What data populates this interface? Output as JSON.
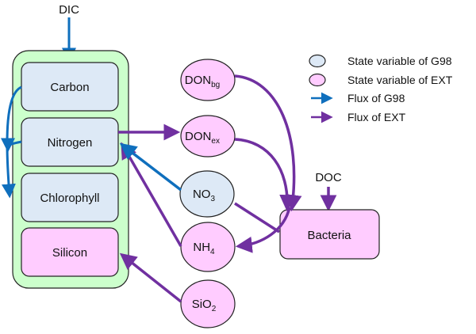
{
  "colors": {
    "g98_flux": "#0f6fbd",
    "ext_flux": "#7030a0",
    "g98_state": "#dde9f6",
    "ext_state": "#ffccff",
    "phyto_container": "#ccffcc"
  },
  "inputs": {
    "dic": "DIC",
    "doc": "DOC"
  },
  "phytoplankton": {
    "carbon": "Carbon",
    "nitrogen": "Nitrogen",
    "chlorophyll": "Chlorophyll",
    "silicon": "Silicon"
  },
  "pools": {
    "don_bg": {
      "base": "DON",
      "sub": "bg"
    },
    "don_ex": {
      "base": "DON",
      "sub": "ex"
    },
    "no3": {
      "base": "NO",
      "sub": "3"
    },
    "nh4": {
      "base": "NH",
      "sub": "4"
    },
    "sio2": {
      "base": "SiO",
      "sub": "2"
    },
    "bacteria": "Bacteria"
  },
  "legend": {
    "items": [
      {
        "label": "State variable of G98",
        "kind": "state-g98"
      },
      {
        "label": "State variable of EXT",
        "kind": "state-ext"
      },
      {
        "label": "Flux of G98",
        "kind": "flux-g98"
      },
      {
        "label": "Flux of EXT",
        "kind": "flux-ext"
      }
    ]
  }
}
